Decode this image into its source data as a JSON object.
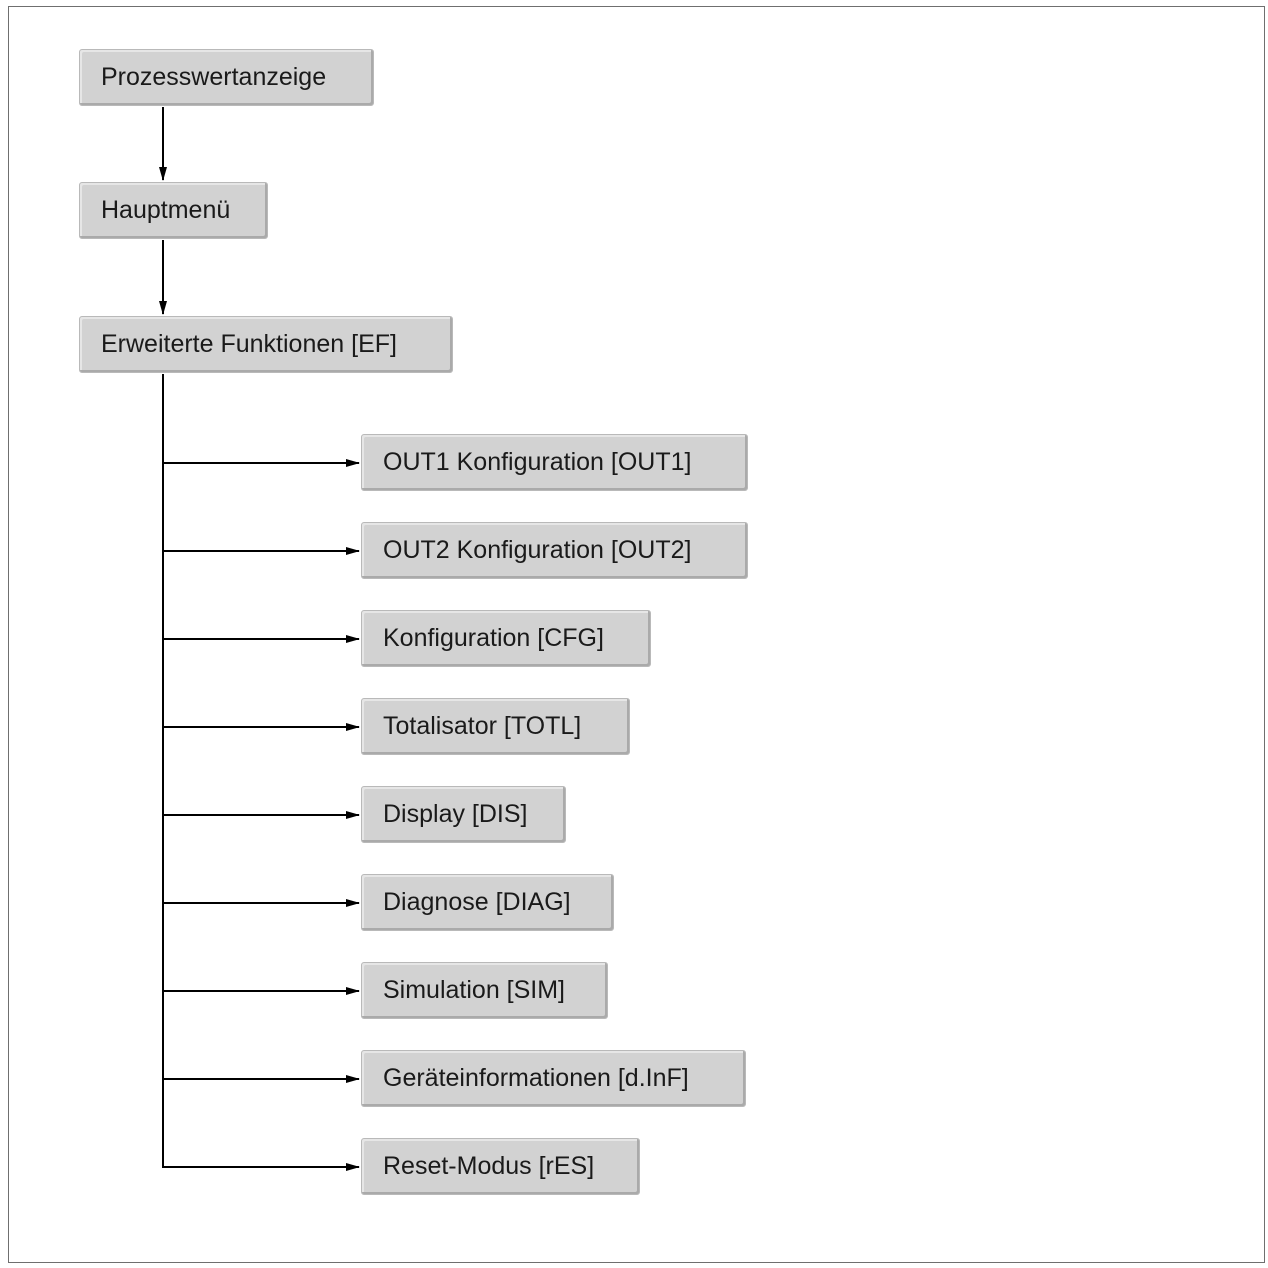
{
  "root": {
    "label": "Prozesswertanzeige"
  },
  "main_menu": {
    "label": "Hauptmenü"
  },
  "extended": {
    "label": "Erweiterte Funktionen [EF]"
  },
  "submenus": [
    {
      "label": "OUT1 Konfiguration [OUT1]"
    },
    {
      "label": "OUT2 Konfiguration [OUT2]"
    },
    {
      "label": "Konfiguration [CFG]"
    },
    {
      "label": "Totalisator [TOTL]"
    },
    {
      "label": "Display [DIS]"
    },
    {
      "label": "Diagnose [DIAG]"
    },
    {
      "label": "Simulation [SIM]"
    },
    {
      "label": "Geräteinformationen [d.InF]"
    },
    {
      "label": "Reset-Modus [rES]"
    }
  ],
  "colors": {
    "box_fill": "#d2d2d2",
    "box_border": "#b9b9b9",
    "line": "#000000",
    "frame": "#6f6f6f"
  }
}
